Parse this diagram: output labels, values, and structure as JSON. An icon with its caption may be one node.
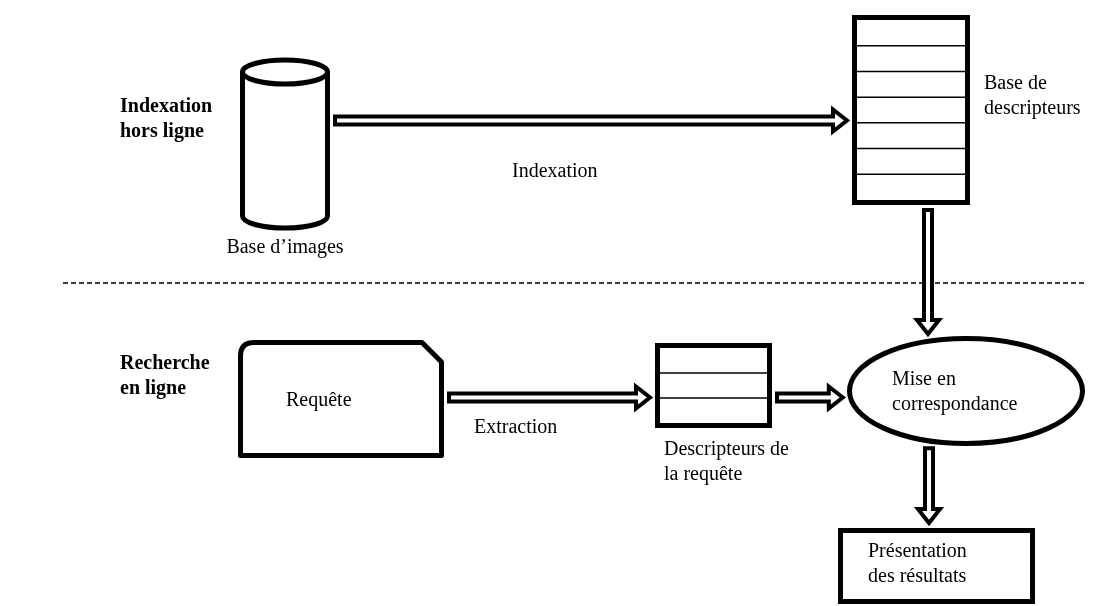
{
  "diagram": {
    "nodes": [
      {
        "text": [],
        "shape": "cylinder",
        "beside": [
          "Base d’images"
        ]
      },
      {
        "text": [],
        "shape": "table",
        "beside": [
          "Base de descripteurs"
        ]
      },
      {
        "text": [
          "Requête"
        ]
      },
      {
        "text": [],
        "shape": "table",
        "beside": [
          "Descripteurs de la requête"
        ]
      },
      {
        "text": [
          "Mise en correspondance"
        ]
      },
      {
        "text": [
          "Présentation des résultats"
        ]
      }
    ],
    "edges": [
      {
        "from": 0,
        "to": 1,
        "arrow": "to",
        "label": "Indexation"
      },
      {
        "from": 1,
        "to": 4,
        "arrow": "to"
      },
      {
        "from": 2,
        "to": 3,
        "arrow": "to",
        "label": "Extraction"
      },
      {
        "from": 3,
        "to": 4,
        "arrow": "to"
      },
      {
        "from": 4,
        "to": 5,
        "arrow": "to"
      }
    ],
    "labels": [
      "Indexation hors ligne",
      "Recherche en ligne"
    ]
  }
}
